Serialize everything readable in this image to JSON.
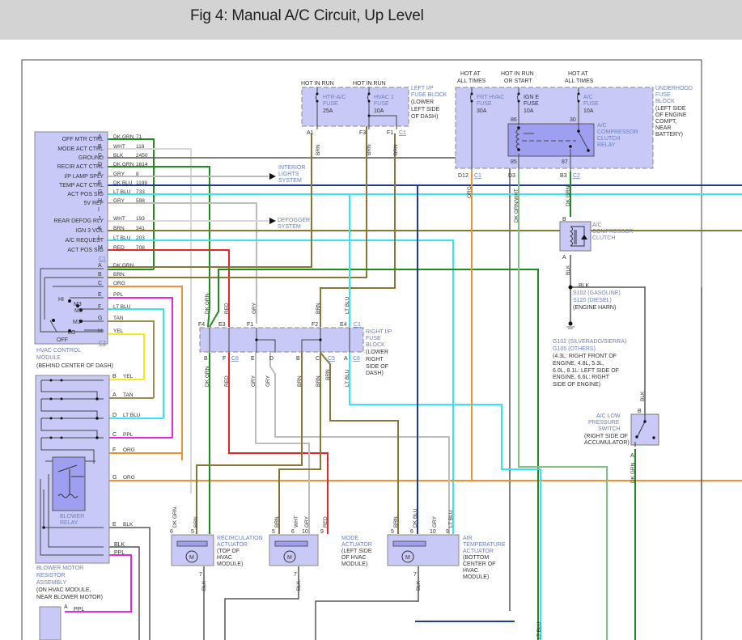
{
  "header": {
    "title": "Fig 4: Manual A/C Circuit, Up Level"
  },
  "colors": {
    "dk_grn": "#1e8c1e",
    "wht": "#d8d8d8",
    "blk": "#555555",
    "gry": "#bdbdbd",
    "dk_blu": "#1f3a8f",
    "lt_blu": "#33e6f0",
    "brn": "#8b7537",
    "red": "#e8262a",
    "org": "#f5902e",
    "ppl": "#e826e0",
    "yel": "#f4ea1e",
    "tan": "#a08a55",
    "dk_grn_wht": "#7fc27f",
    "module_fill": "#c9c9f8",
    "relay_fill": "#9f9ff2"
  },
  "hvac_module": {
    "name": "HVAC CONTROL\nMODULE",
    "name_lines": [
      "HVAC CONTROL",
      "MODULE"
    ],
    "location": "(BEHIND CENTER OF DASH)",
    "c1_connector": "C1",
    "c2_connector": "C2",
    "c1_pins": [
      {
        "label": "OFF MTR CTRL",
        "pin": "A",
        "color": "DK GRN",
        "circuit": "71"
      },
      {
        "label": "MODE ACT CTRL",
        "pin": "B",
        "color": "WHT",
        "circuit": "119"
      },
      {
        "label": "GROUND",
        "pin": "C",
        "color": "BLK",
        "circuit": "2450"
      },
      {
        "label": "RECIR ACT CTRL",
        "pin": "D",
        "color": "DK GRN",
        "circuit": "1614"
      },
      {
        "label": "I/P LAMP SPLY",
        "pin": "E",
        "color": "GRY",
        "circuit": "8"
      },
      {
        "label": "TEMP ACT CTRL",
        "pin": "F",
        "color": "DK BLU",
        "circuit": "1199"
      },
      {
        "label": "ACT POS SIG",
        "pin": "G",
        "color": "LT BLU",
        "circuit": "733"
      },
      {
        "label": "5V REF",
        "pin": "H",
        "color": "GRY",
        "circuit": "598"
      },
      {
        "label": "",
        "pin": "I",
        "color": "",
        "circuit": ""
      },
      {
        "label": "REAR DEFOG RLY",
        "pin": "J",
        "color": "WHT",
        "circuit": "193"
      },
      {
        "label": "IGN 3 VOL",
        "pin": "K",
        "color": "BRN",
        "circuit": "341"
      },
      {
        "label": "A/C REQUEST",
        "pin": "L",
        "color": "LT BLU",
        "circuit": "203"
      },
      {
        "label": "ACT POS SIG",
        "pin": "M",
        "color": "RED",
        "circuit": "708"
      }
    ],
    "c2_pins": [
      {
        "pin": "A",
        "color": "DK GRN"
      },
      {
        "pin": "B",
        "color": "BRN"
      },
      {
        "pin": "C",
        "color": "ORG"
      },
      {
        "pin": "E",
        "color": "PPL"
      },
      {
        "pin": "F",
        "color": "LT BLU"
      },
      {
        "pin": "G",
        "color": "TAN"
      },
      {
        "pin": "H",
        "color": "YEL"
      }
    ],
    "switch_positions": [
      "HI",
      "M3",
      "M2",
      "M1",
      "LO",
      "OFF"
    ]
  },
  "references": {
    "interior_lights": [
      "INTERIOR",
      "LIGHTS",
      "SYSTEM"
    ],
    "defogger": [
      "DEFOGGER",
      "SYSTEM"
    ]
  },
  "left_ip_fuse_block": {
    "name_lines": [
      "LEFT I/P",
      "FUSE BLOCK"
    ],
    "location_lines": [
      "(LOWER",
      "LEFT SIDE",
      "OF DASH)"
    ],
    "fuses": [
      {
        "power": "HOT IN RUN",
        "name_lines": [
          "HTR-A/C",
          "FUSE"
        ],
        "rating": "25A",
        "pin": "A1",
        "wire": "BRN"
      },
      {
        "power": "HOT IN RUN",
        "name_lines": [
          "HVAC 1",
          "FUSE"
        ],
        "rating": "10A",
        "pin": "F3",
        "wire": "BRN"
      }
    ],
    "extra_pin": {
      "pin": "F1",
      "wire": "BRN"
    },
    "connector": "C1"
  },
  "underhood_fuse_block": {
    "name_lines": [
      "UNDERHOOD",
      "FUSE",
      "BLOCK"
    ],
    "location_lines": [
      "(LEFT SIDE",
      "OF ENGINE",
      "COMPT,",
      "NEAR",
      "BATTERY)"
    ],
    "fuses": [
      {
        "power_lines": [
          "HOT AT",
          "ALL TIMES"
        ],
        "name_lines": [
          "FRT HVAC",
          "FUSE"
        ],
        "rating": "30A",
        "pin": "D12",
        "connector": "C1",
        "wire": "ORG"
      },
      {
        "power_lines": [
          "HOT IN RUN",
          "OR START"
        ],
        "name_lines": [
          "IGN E",
          "FUSE"
        ],
        "rating": "10A",
        "pin": "D3",
        "wire": "DK GRN/WHT"
      },
      {
        "power_lines": [
          "HOT AT",
          "ALL TIMES"
        ],
        "name_lines": [
          "A/C",
          "FUSE"
        ],
        "rating": "10A",
        "pin": "B3",
        "connector": "C2",
        "wire": "DK GRN"
      }
    ],
    "relay": {
      "name_lines": [
        "A/C",
        "COMPRESSOR",
        "CLUTCH",
        "RELAY"
      ],
      "pins": [
        "86",
        "30",
        "85",
        "87"
      ]
    }
  },
  "compressor_clutch": {
    "name_lines": [
      "A/C",
      "COMPRESSOR",
      "CLUTCH"
    ],
    "pin_top": "B",
    "pin_bottom": "A",
    "wire": "BLK"
  },
  "splice": {
    "wire": "BLK",
    "lines": [
      "S102 (GASOLINE)",
      "S120 (DIESEL)",
      "(ENGINE HARN)"
    ]
  },
  "ground": {
    "lines": [
      "G102 (SILVERADO/SIERRA)",
      "G105 (OTHERS)"
    ],
    "note_lines": [
      "(4.3L: RIGHT FRONT OF",
      "ENGINE, 4.8L, 5.3L,",
      "6.0L, 8.1L: LEFT SIDE OF",
      "ENGINE, 6.6L: RIGHT",
      "SIDE OF ENGINE)"
    ]
  },
  "pressure_switch": {
    "name_lines": [
      "A/C LOW",
      "PRESSURE",
      "SWITCH"
    ],
    "location_lines": [
      "(RIGHT SIDE OF",
      "ACCUMULATOR)"
    ],
    "pin_top": "B",
    "pin_bottom": "A",
    "wire_top": "BLK",
    "wire_bottom": "DK GRN"
  },
  "right_ip_fuse_block": {
    "name_lines": [
      "RIGHT I/P",
      "FUSE",
      "BLOCK"
    ],
    "location_lines": [
      "(LOWER",
      "RIGHT",
      "SIDE OF",
      "DASH)"
    ],
    "top_pins": [
      {
        "pin": "F4",
        "wire": "DK GRN"
      },
      {
        "pin": "E3",
        "wire": "RED"
      },
      {
        "pin": "F1",
        "wire": "GRY"
      },
      {
        "pin": "F2",
        "wire": "BRN"
      },
      {
        "pin": "E4",
        "wire": "LT BLU"
      }
    ],
    "top_connector": "C1",
    "bottom_pins": [
      {
        "pin": "B",
        "wire": "DK GRN"
      },
      {
        "pin": "F",
        "wire": "RED"
      },
      {
        "pin": "E",
        "wire": "GRY"
      },
      {
        "pin": "D",
        "wire": "GRY"
      },
      {
        "pin": "B",
        "wire": "BRN"
      },
      {
        "pin": "C",
        "wire": "BRN"
      },
      {
        "pin": "A",
        "wire": "LT BLU"
      }
    ],
    "extra_wire": "BRN",
    "bottom_connectors": [
      "C8",
      "C5",
      "C8"
    ]
  },
  "blower_resistor": {
    "name_lines": [
      "BLOWER MOTOR",
      "RESISTOR",
      "ASSEMBLY"
    ],
    "location_lines": [
      "(ON HVAC MODULE,",
      "NEAR BLOWER MOTOR)"
    ],
    "relay_lines": [
      "BLOWER",
      "RELAY"
    ],
    "pins": [
      {
        "pin": "B",
        "color": "YEL"
      },
      {
        "pin": "A",
        "color": "TAN"
      },
      {
        "pin": "D",
        "color": "LT BLU"
      },
      {
        "pin": "C",
        "color": "PPL"
      },
      {
        "pin": "F",
        "color": "ORG"
      },
      {
        "pin": "G",
        "color": "ORG"
      },
      {
        "pin": "E",
        "color": "BLK"
      }
    ],
    "extra_wires": [
      "BLK",
      "PPL"
    ]
  },
  "blower_motor": {
    "pin": "A",
    "wire": "PPL"
  },
  "actuators": [
    {
      "name_lines": [
        "RECIRCULATION",
        "ACTUATOR"
      ],
      "location_lines": [
        "(TOP OF",
        "HVAC",
        "MODULE)"
      ],
      "pins": [
        {
          "pin": "6",
          "wire": "DK GRN"
        },
        {
          "pin": "5",
          "wire": "BRN"
        }
      ],
      "ground_pin": "7",
      "ground_wire": "BLK"
    },
    {
      "name_lines": [
        "MODE",
        "ACTUATOR"
      ],
      "location_lines": [
        "(LEFT SIDE",
        "OF HVAC",
        "MODULE)"
      ],
      "pins": [
        {
          "pin": "5",
          "wire": "BRN"
        },
        {
          "pin": "6",
          "wire": "WHT"
        },
        {
          "pin": "10",
          "wire": "GRY"
        },
        {
          "pin": "9",
          "wire": "RED"
        }
      ],
      "ground_pin": "7",
      "ground_wire": "BLK"
    },
    {
      "name_lines": [
        "AIR",
        "TEMPERATURE",
        "ACTUATOR"
      ],
      "location_lines": [
        "(BOTTOM",
        "CENTER OF",
        "HVAC",
        "MODULE)"
      ],
      "pins": [
        {
          "pin": "5",
          "wire": "BRN"
        },
        {
          "pin": "6",
          "wire": "DK BLU"
        },
        {
          "pin": "10",
          "wire": "GRY"
        },
        {
          "pin": "9",
          "wire": "LT BLU"
        }
      ],
      "ground_pin": "7",
      "ground_wire": "BLK"
    }
  ],
  "motor_glyph": "M",
  "bottom_wire_label": "LT BLU"
}
